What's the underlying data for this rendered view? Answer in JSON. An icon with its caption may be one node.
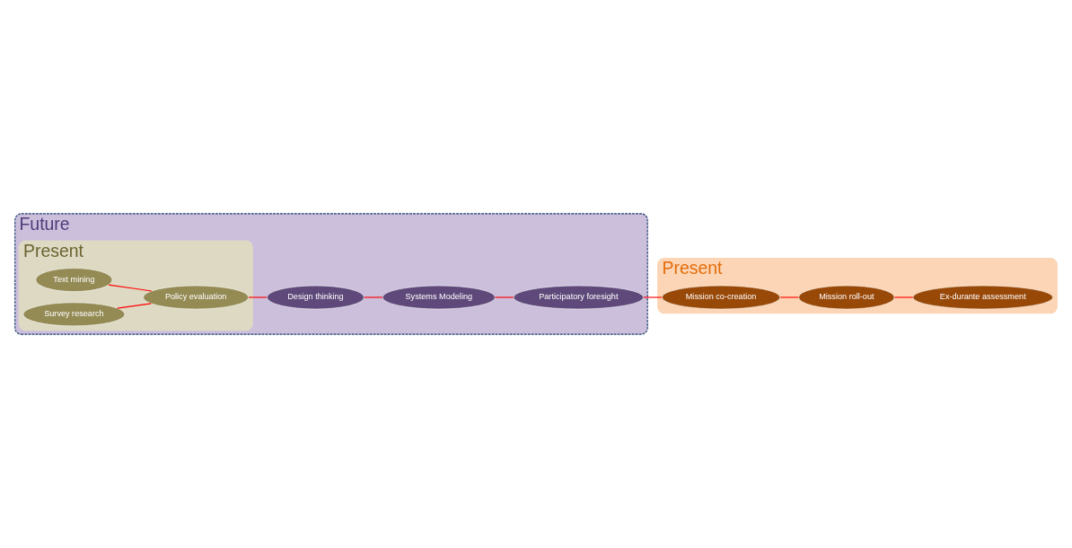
{
  "diagram": {
    "nodes": [
      {
        "text": [
          "Future"
        ]
      },
      {
        "text": [
          "Present"
        ],
        "in": 0
      },
      {
        "text": [
          "Present"
        ]
      },
      {
        "text": [
          "Text mining"
        ],
        "in": 1
      },
      {
        "text": [
          "Policy evaluation"
        ],
        "in": 1
      },
      {
        "text": [
          "Survey research"
        ],
        "in": 1
      },
      {
        "text": [
          "Design thinking"
        ],
        "in": 0
      },
      {
        "text": [
          "Systems Modeling"
        ],
        "in": 0
      },
      {
        "text": [
          "Participatory foresight"
        ],
        "in": 0
      },
      {
        "text": [
          "Ex-durante assessment"
        ],
        "in": 2
      },
      {
        "text": [
          "Mission roll-out"
        ],
        "in": 2
      },
      {
        "text": [
          "Mission co-creation"
        ],
        "in": 2
      }
    ],
    "edges": [
      {
        "from": 3,
        "to": 4,
        "arrow": "none"
      },
      {
        "from": 5,
        "to": 4,
        "arrow": "none"
      },
      {
        "from": 4,
        "to": 6,
        "arrow": "none"
      },
      {
        "from": 6,
        "to": 7,
        "arrow": "none"
      },
      {
        "from": 7,
        "to": 8,
        "arrow": "none"
      },
      {
        "from": 8,
        "to": 11,
        "arrow": "none"
      },
      {
        "from": 11,
        "to": 10,
        "arrow": "none"
      },
      {
        "from": 10,
        "to": 9,
        "arrow": "none"
      }
    ]
  }
}
